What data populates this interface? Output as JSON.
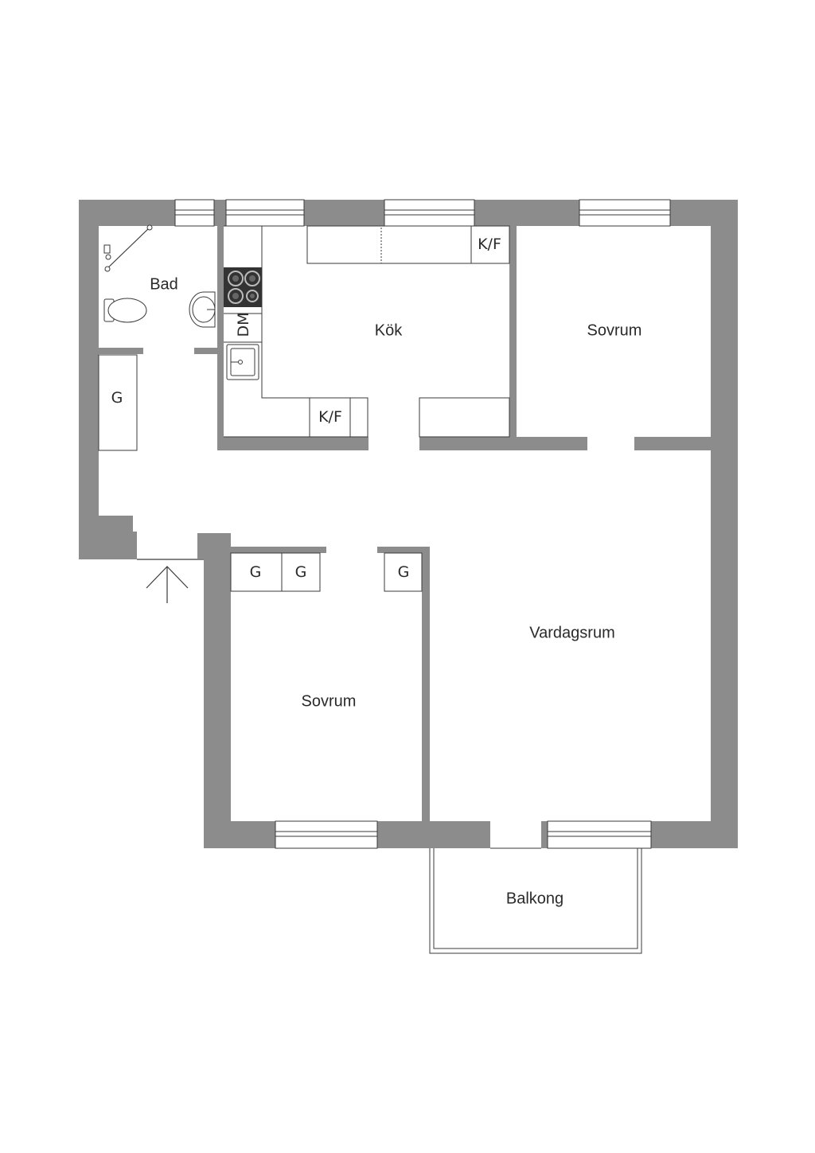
{
  "colors": {
    "wall": "#8c8c8c",
    "line": "#3a3a3a",
    "background": "#ffffff"
  },
  "rooms": {
    "bad": "Bad",
    "kok": "Kök",
    "sovrum_1": "Sovrum",
    "sovrum_2": "Sovrum",
    "vardagsrum": "Vardagsrum",
    "balkong": "Balkong"
  },
  "fixtures": {
    "kf_top": "K/F",
    "kf_bottom": "K/F",
    "dm": "DM",
    "g_hall": "G",
    "g_1": "G",
    "g_2": "G",
    "g_3": "G"
  },
  "icons": [
    "stove-icon",
    "sink-icon",
    "toilet-icon",
    "washbasin-icon",
    "shower-icon",
    "entrance-arrow-icon"
  ]
}
